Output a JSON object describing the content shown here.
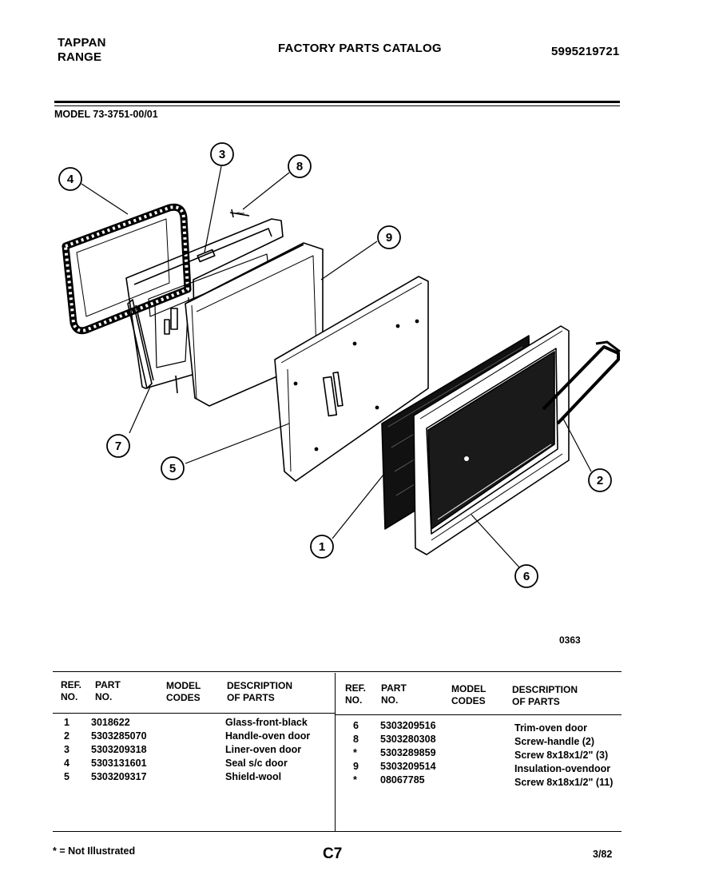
{
  "header": {
    "brand_line1": "TAPPAN",
    "brand_line2": "RANGE",
    "catalog_title": "FACTORY PARTS CATALOG",
    "catalog_number": "5995219721",
    "model_label": "MODEL 73-3751-00/01"
  },
  "diagram": {
    "callouts": [
      "1",
      "2",
      "3",
      "4",
      "5",
      "6",
      "7",
      "8",
      "9"
    ],
    "drawing_number": "0363"
  },
  "table": {
    "columns": {
      "ref_no": "REF.\nNO.",
      "part_no": "PART\nNO.",
      "model_codes": "MODEL\nCODES",
      "description": "DESCRIPTION\nOF PARTS"
    },
    "left_rows": [
      {
        "ref": "1",
        "part": "3018622",
        "codes": "",
        "desc": "Glass-front-black"
      },
      {
        "ref": "2",
        "part": "5303285070",
        "codes": "",
        "desc": "Handle-oven door"
      },
      {
        "ref": "3",
        "part": "5303209318",
        "codes": "",
        "desc": "Liner-oven door"
      },
      {
        "ref": "4",
        "part": "5303131601",
        "codes": "",
        "desc": "Seal s/c door"
      },
      {
        "ref": "5",
        "part": "5303209317",
        "codes": "",
        "desc": "Shield-wool"
      }
    ],
    "right_rows": [
      {
        "ref": "6",
        "part": "5303209516",
        "codes": "",
        "desc": "Trim-oven door"
      },
      {
        "ref": "8",
        "part": "5303280308",
        "codes": "",
        "desc": "Screw-handle (2)"
      },
      {
        "ref": "*",
        "part": "5303289859",
        "codes": "",
        "desc": "Screw 8x18x1/2\" (3)"
      },
      {
        "ref": "9",
        "part": "5303209514",
        "codes": "",
        "desc": "Insulation-ovendoor"
      },
      {
        "ref": "*",
        "part": "08067785",
        "codes": "",
        "desc": "Screw 8x18x1/2\" (11)"
      }
    ]
  },
  "footer": {
    "note": "* = Not Illustrated",
    "page_code": "C7",
    "date": "3/82"
  }
}
